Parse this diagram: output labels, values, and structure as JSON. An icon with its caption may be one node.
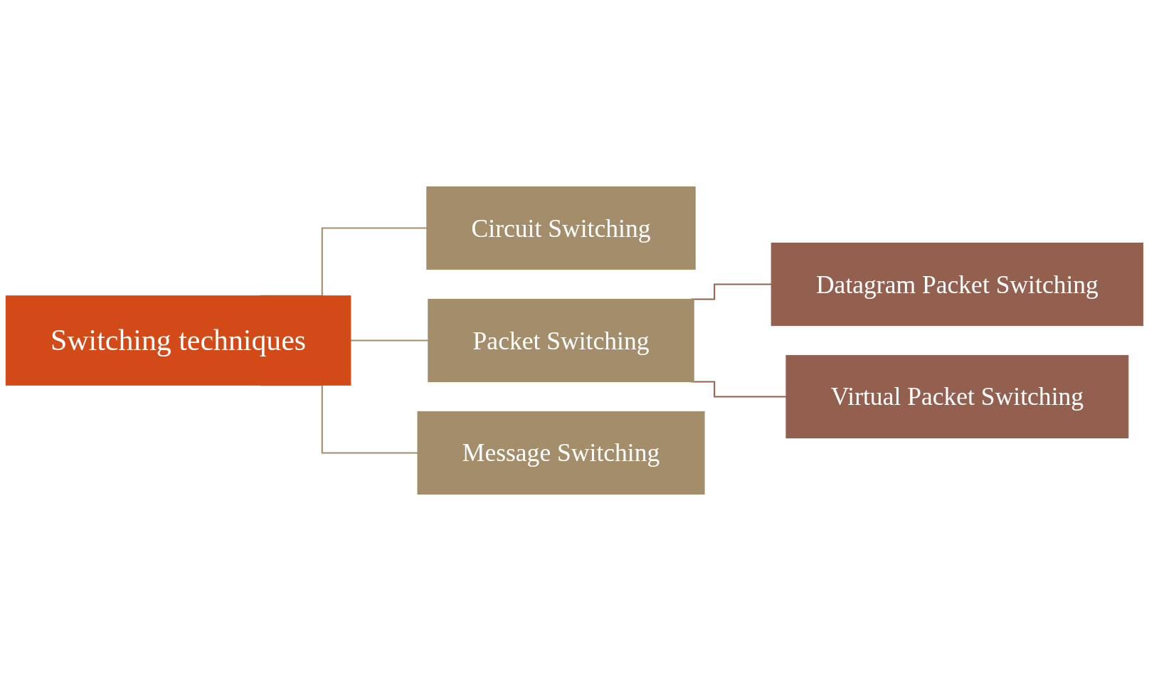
{
  "diagram": {
    "nodes": [
      {
        "text": [
          "Switching techniques"
        ]
      },
      {
        "text": [
          "Circuit Switching"
        ]
      },
      {
        "text": [
          "Packet Switching"
        ]
      },
      {
        "text": [
          "Message Switching"
        ]
      },
      {
        "text": [
          "Datagram Packet Switching"
        ]
      },
      {
        "text": [
          "Virtual Packet Switching"
        ]
      }
    ],
    "edges": [
      {
        "from": 0,
        "to": 1,
        "arrow": "none"
      },
      {
        "from": 0,
        "to": 2,
        "arrow": "none"
      },
      {
        "from": 0,
        "to": 3,
        "arrow": "none"
      },
      {
        "from": 2,
        "to": 4,
        "arrow": "none",
        "color": "#93604f"
      },
      {
        "from": 2,
        "to": 5,
        "arrow": "none",
        "color": "#93604f"
      }
    ]
  }
}
